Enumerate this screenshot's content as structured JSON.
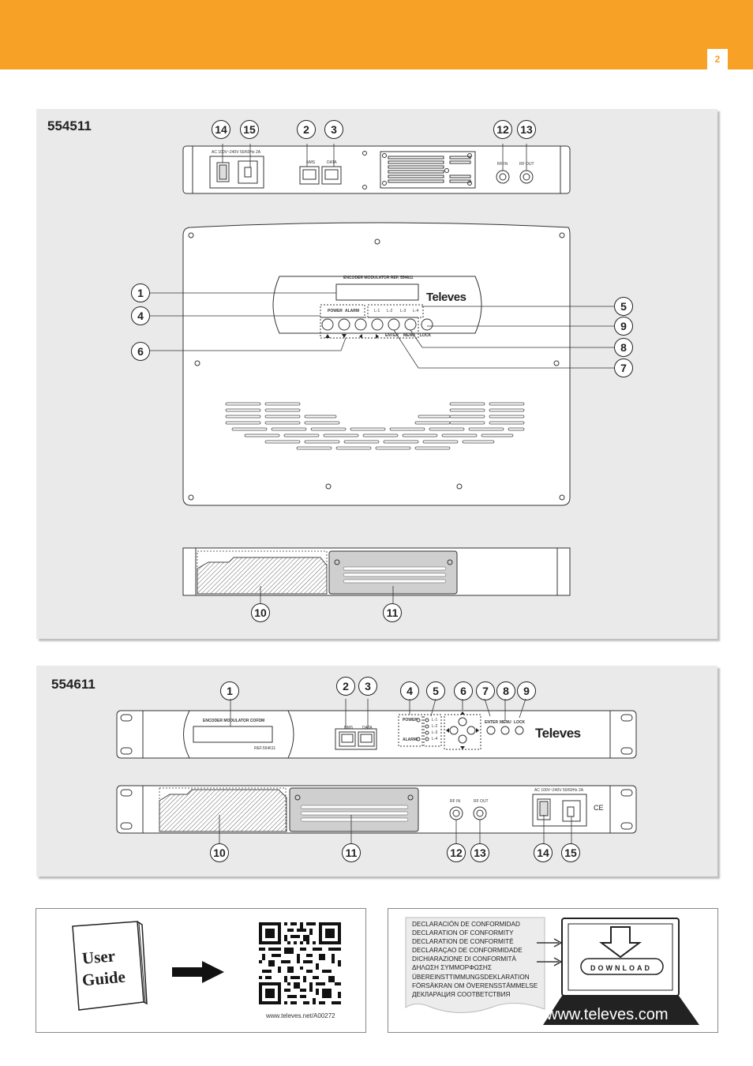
{
  "header": {
    "page_number": "2"
  },
  "section1": {
    "model": "554511",
    "rear": {
      "power_label": "AC 100V~240V 50/60Hz 2A",
      "nms": "NMS",
      "data": "DATA",
      "rf_in": "RF IN",
      "rf_out": "RF OUT"
    },
    "top_label": "ENCODER MODULATOR REF. 554611",
    "brand": "Televes",
    "power": "POWER",
    "alarm": "ALARM",
    "leds": [
      "L-1",
      "L-2",
      "L-3",
      "L-4"
    ],
    "enter": "ENTER",
    "menu": "MENU",
    "lock": "LOCK",
    "callouts": [
      "1",
      "2",
      "3",
      "4",
      "5",
      "6",
      "7",
      "8",
      "9",
      "10",
      "11",
      "12",
      "13",
      "14",
      "15"
    ]
  },
  "section2": {
    "model": "554611",
    "front_label": "ENCODER MODULATOR COFDM",
    "ref": "REF.554611",
    "nms": "NMS",
    "data": "DATA",
    "power": "POWER",
    "alarm": "ALARM",
    "leds": [
      "L-1",
      "L-2",
      "L-3",
      "L-4"
    ],
    "enter": "ENTER",
    "menu": "MENU",
    "lock": "LOCK",
    "brand": "Televes",
    "rear": {
      "rf_in": "RF IN",
      "rf_out": "RF OUT",
      "power_label": "AC 100V~240V 50/60Hz 2A",
      "ce": "CE"
    }
  },
  "guide": {
    "book_line1": "User",
    "book_line2": "Guide",
    "qr_url": "www.televes.net/A00272"
  },
  "download": {
    "declarations": [
      "DECLARACIÓN DE CONFORMIDAD",
      "DECLARATION OF CONFORMITY",
      "DECLARATION DE CONFORMITÉ",
      "DECLARAÇAO DE CONFORMIDADE",
      "DICHIARAZIONE DI CONFORMITÀ",
      "ΔΗΛΩΣΗ ΣΥΜΜΟΡΦΩΣΗΣ",
      "ÜBEREINSTTIMMUNGSDEKLARATION",
      "FÖRSÄKRAN OM ÖVERENSSTÄMMELSE",
      "ДЕКЛАРАЦИЯ СООТВЕТСТВИЯ"
    ],
    "button": "DOWNLOAD",
    "url": "www.televes.com"
  }
}
